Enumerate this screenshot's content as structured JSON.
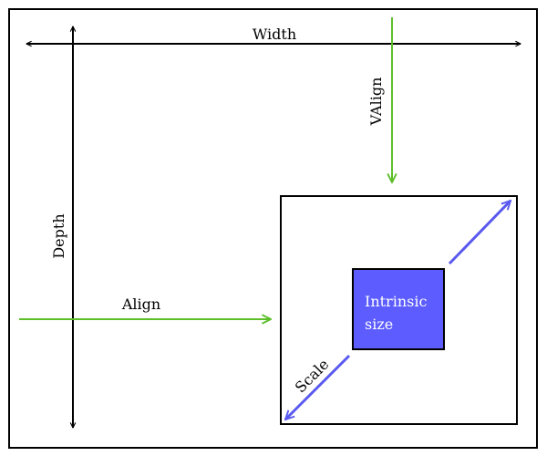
{
  "labels": {
    "width": "Width",
    "depth": "Depth",
    "valign": "VAlign",
    "align": "Align",
    "scale": "Scale",
    "intrinsic_line1": "Intrinsic",
    "intrinsic_line2": "size"
  },
  "colors": {
    "outline": "#000000",
    "green": "#5cbf2a",
    "blue": "#5959f0",
    "intrinsic_fill": "#5c5cff"
  }
}
